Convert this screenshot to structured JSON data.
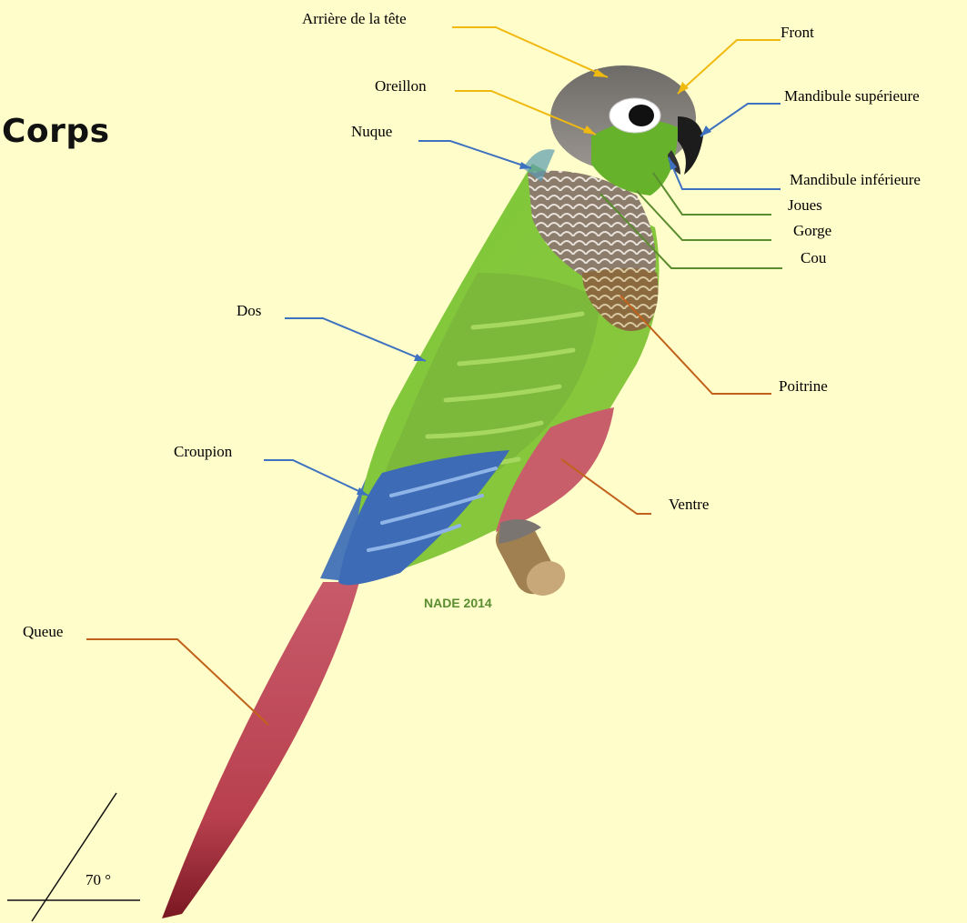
{
  "title": "Corps",
  "signature": "NADE 2014",
  "angle": "70 °",
  "colors": {
    "background": "#fffdc9",
    "leader_head": "#f0b90f",
    "leader_blue": "#3e72c0",
    "leader_green": "#5a8c30",
    "leader_orange": "#c0621a",
    "signature": "#5a8c30"
  },
  "labels": {
    "arriere_tete": "Arrière de la tête",
    "front": "Front",
    "oreillon": "Oreillon",
    "mandibule_sup": "Mandibule supérieure",
    "nuque": "Nuque",
    "mandibule_inf": "Mandibule inférieure",
    "joues": "Joues",
    "gorge": "Gorge",
    "cou": "Cou",
    "dos": "Dos",
    "poitrine": "Poitrine",
    "croupion": "Croupion",
    "ventre": "Ventre",
    "queue": "Queue"
  }
}
